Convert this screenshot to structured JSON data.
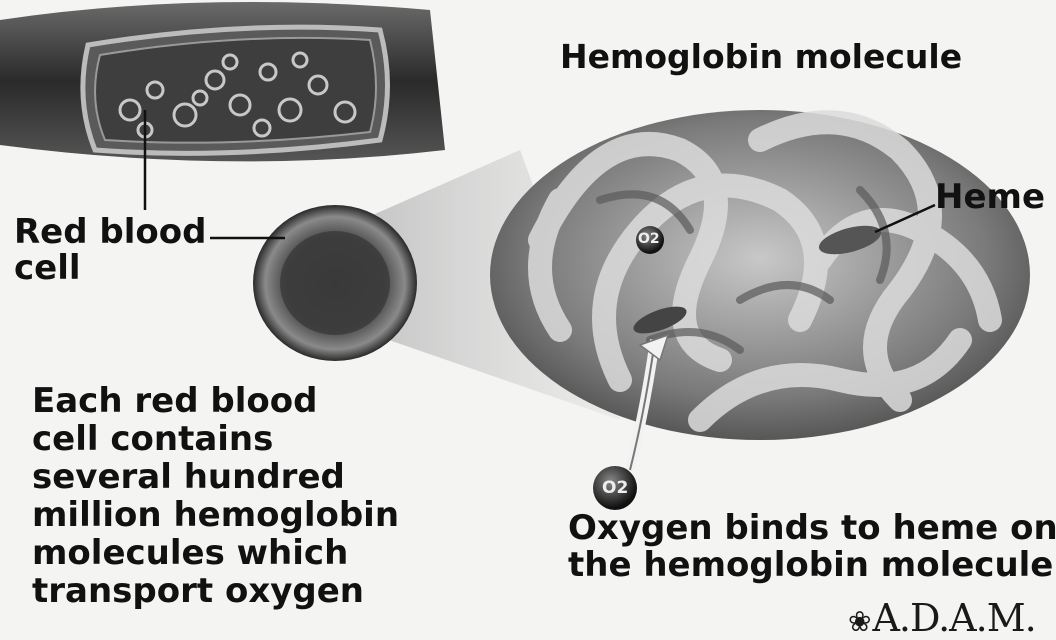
{
  "labels": {
    "title": "Hemoglobin molecule",
    "heme": "Heme",
    "red_blood_cell": "Red blood\ncell",
    "description": "Each red blood\ncell contains\nseveral hundred\nmillion hemoglobin\nmolecules which\ntransport oxygen",
    "oxygen_binding": "Oxygen binds to heme on\nthe hemoglobin molecule",
    "o2_symbol": "O2",
    "logo_text": "A.D.A.M."
  },
  "icons": {
    "logo_mark": "adam-flower-icon"
  },
  "colors": {
    "background": "#f4f4f2",
    "text": "#111111",
    "vessel": "#3a3a3a",
    "molecule": "#8a8a8a"
  }
}
